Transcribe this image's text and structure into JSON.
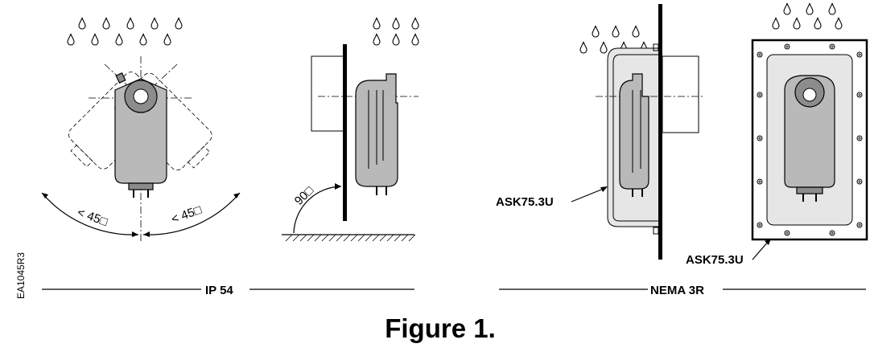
{
  "figure": {
    "caption": "Figure 1.",
    "document_code": "EA1045R3",
    "sections": {
      "left": "IP 54",
      "right": "NEMA 3R"
    },
    "angles": {
      "left_tilt": "< 45□",
      "right_tilt": "< 45□",
      "wall_mount": "90□"
    },
    "callouts": {
      "enclosure_side": "ASK75.3U",
      "enclosure_front": "ASK75.3U"
    },
    "icons": [
      "rain-drop-icon",
      "actuator-icon",
      "mounting-wall-icon",
      "weather-shield-icon"
    ]
  }
}
